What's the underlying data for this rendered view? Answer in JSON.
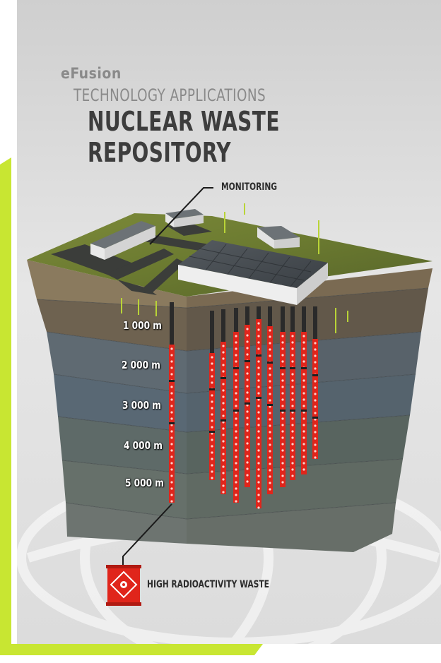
{
  "header": {
    "brand": "eFusion",
    "subtitle": "TECHNOLOGY APPLICATIONS",
    "title": "NUCLEAR WASTE REPOSITORY"
  },
  "labels": {
    "monitoring": "MONITORING",
    "waste": "HIGH RADIOACTIVITY WASTE"
  },
  "depth_labels": [
    "1 000 m",
    "2 000 m",
    "3 000 m",
    "4 000 m",
    "5 000 m"
  ],
  "colors": {
    "accent": "#c8e632",
    "container": "#e0251b",
    "text_dark": "#3d3d3d",
    "text_gray": "#8a8a8a"
  }
}
